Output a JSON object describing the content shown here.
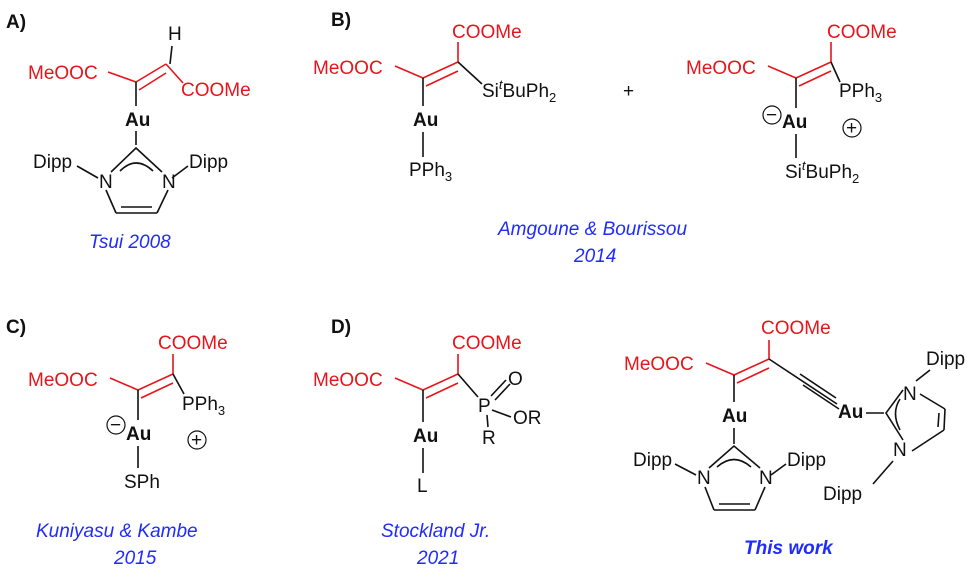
{
  "panels": {
    "a": {
      "label": "A)",
      "ester_left": "MeOOC",
      "h": "H",
      "ester_right": "COOMe",
      "metal": "Au",
      "n_left": "N",
      "n_right": "N",
      "sub_left": "Dipp",
      "sub_right": "Dipp",
      "caption": "Tsui 2008"
    },
    "b": {
      "label": "B)",
      "s1_ester_top": "COOMe",
      "s1_ester_left": "MeOOC",
      "s1_si_pre": "Si",
      "s1_si_t": "t",
      "s1_si_post": "BuPh",
      "s1_si_2": "2",
      "s1_metal": "Au",
      "s1_ligand_pre": "PPh",
      "s1_ligand_3": "3",
      "plus": "+",
      "s2_ester_top": "COOMe",
      "s2_ester_left": "MeOOC",
      "s2_p_pre": "PPh",
      "s2_p_3": "3",
      "s2_minus": "−",
      "s2_plus": "+",
      "s2_metal": "Au",
      "s2_si_pre": "Si",
      "s2_si_t": "t",
      "s2_si_post": "BuPh",
      "s2_si_2": "2",
      "caption_line1": "Amgoune & Bourissou",
      "caption_line2": "2014"
    },
    "c": {
      "label": "C)",
      "ester_top": "COOMe",
      "ester_left": "MeOOC",
      "p_pre": "PPh",
      "p_3": "3",
      "minus": "−",
      "plus": "+",
      "metal": "Au",
      "ligand": "SPh",
      "caption_line1": "Kuniyasu & Kambe",
      "caption_line2": "2015"
    },
    "d": {
      "label": "D)",
      "ester_top": "COOMe",
      "ester_left": "MeOOC",
      "p": "P",
      "o": "O",
      "or": "OR",
      "r": "R",
      "metal": "Au",
      "ligand": "L",
      "caption_line1": "Stockland Jr.",
      "caption_line2": "2021"
    },
    "e": {
      "ester_top": "COOMe",
      "ester_left": "MeOOC",
      "metal1": "Au",
      "metal2": "Au",
      "n1": "N",
      "n2": "N",
      "n3": "N",
      "n4": "N",
      "dipp1": "Dipp",
      "dipp2": "Dipp",
      "dipp3": "Dipp",
      "dipp4": "Dipp",
      "caption": "This work"
    }
  }
}
